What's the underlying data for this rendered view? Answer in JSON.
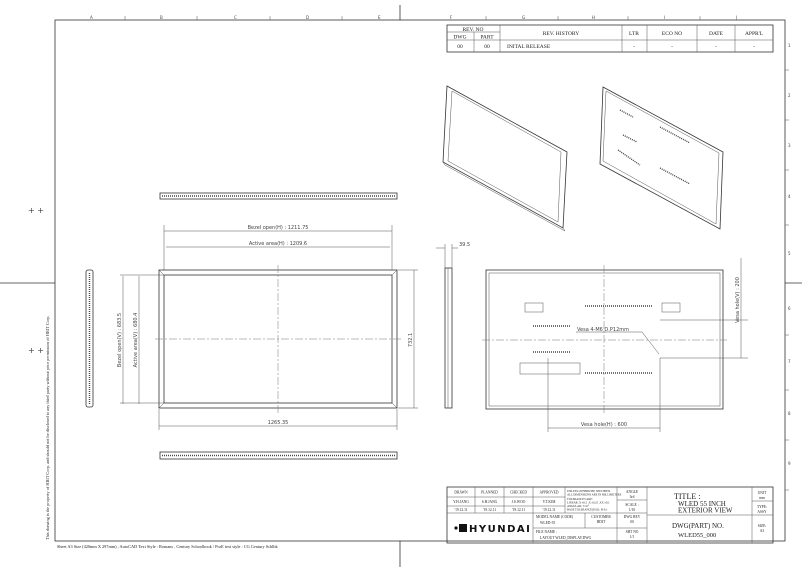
{
  "sheet": {
    "column_labels": [
      "A",
      "B",
      "C",
      "D",
      "E",
      "F",
      "G",
      "H",
      "I",
      "J"
    ],
    "row_labels": [
      "1",
      "2",
      "3",
      "4",
      "5",
      "6",
      "7",
      "8",
      "9"
    ],
    "side_note": "This drawing is the property of HBIT Corp. and should not be disclosed to any third party without prior permission of HBIT Corp.",
    "footer_note": "Sheet A3 Size (420mm X 297mm) , AutoCAD Text Style : Romans , Century Schoolbook / ProE text style : CG Century Schlbk"
  },
  "revision_table": {
    "rev_no": "REV. NO",
    "headers": {
      "dwg": "DWG",
      "part": "PART",
      "history": "REV. HISTORY",
      "ltr": "LTR",
      "eco": "ECO NO",
      "date": "DATE",
      "appr": "APPR'L"
    },
    "row": {
      "dwg": "00",
      "part": "00",
      "history": "INITAL RELEASE",
      "ltr": "-",
      "eco": "-",
      "date": "-",
      "appr": "-"
    }
  },
  "dimensions": {
    "bezel_open_h": "Bezel open(H) : 1211.75",
    "active_area_h": "Active area(H) : 1209.6",
    "bezel_open_v": "Bezel open(V) : 683.5",
    "active_area_v": "Active area(V) : 680.4",
    "overall_height": "732.1",
    "overall_width": "1265.35",
    "depth": "39.5",
    "vesa_note": "Vesa 4-M6 D.P12mm",
    "vesa_h": "Vesa hole(H) : 600",
    "vesa_v": "Vesa hole(V) : 200"
  },
  "title_block": {
    "headers": [
      "DRAWN",
      "PLANNED",
      "CHECKED",
      "APPROVED"
    ],
    "names": [
      "Y.H.JANG",
      "S.H.JANG",
      "J.S.WOO",
      "Y.T.KIM"
    ],
    "dates": [
      "'19.12.11",
      "'19.12.11",
      "'19.12.11",
      "'19.12.11"
    ],
    "notes": [
      "UNLESS OTHERWISE SPECIFIED",
      "ALL DIMENSIONS ARE IN MILLIMETERS",
      "TOLERANCES ARE:",
      "LINEAR: X ±0.5  .X ±0.25  .XX ±0.1",
      "ANGULAR: ±1.0°",
      "BASE TOLERANCE(ISO) : B-0.1"
    ],
    "angle_label": "ANGLE",
    "angle_value": "3rd",
    "scale_label": "SCALE :",
    "scale_value": "1/10",
    "title_label": "TITLE :",
    "title_line1": "WLED 55 INCH",
    "title_line2": "EXTERIOR VIEW",
    "unit_label": "UNIT",
    "unit_value": "mm",
    "type_label": "TYPE:",
    "type_value": "ASSY",
    "logo": "HYUNDAI",
    "model_label": "MODEL NAME (CODE)",
    "model_value": "WLED-55",
    "customer_label": "CUSTOMER",
    "customer_value": "HDIT",
    "dwg_rev_label": "DWG REV",
    "dwg_rev_value": "00",
    "sht_label": "SHT NO",
    "sht_value": "1/1",
    "file_label": "FILE NAME :",
    "file_value": "LAYOUT WLED_DISPLAY.DWG",
    "dwg_no_label": "DWG(PART) NO.",
    "dwg_no_value": "WLED55_000",
    "size_label": "SIZE:",
    "size_value": "A3"
  }
}
